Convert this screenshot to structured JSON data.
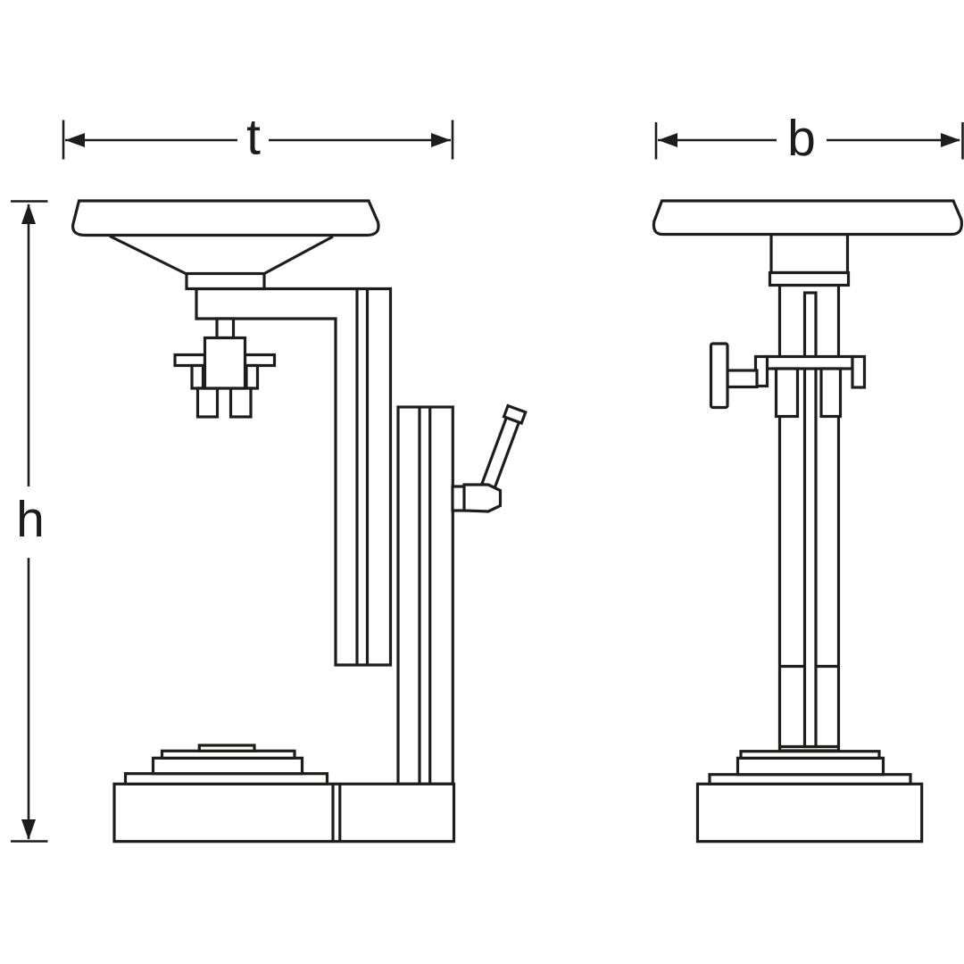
{
  "diagram": {
    "kind": "technical dimensional drawing, two orthographic views of a bench press / drill stand",
    "colors": {
      "line": "#1d1d1b",
      "background": "#ffffff"
    },
    "dimensions": {
      "t": {
        "label": "t",
        "orientation": "horizontal",
        "view": "side-view"
      },
      "b": {
        "label": "b",
        "orientation": "horizontal",
        "view": "front-view"
      },
      "h": {
        "label": "h",
        "orientation": "vertical",
        "view": "side-view"
      }
    }
  }
}
